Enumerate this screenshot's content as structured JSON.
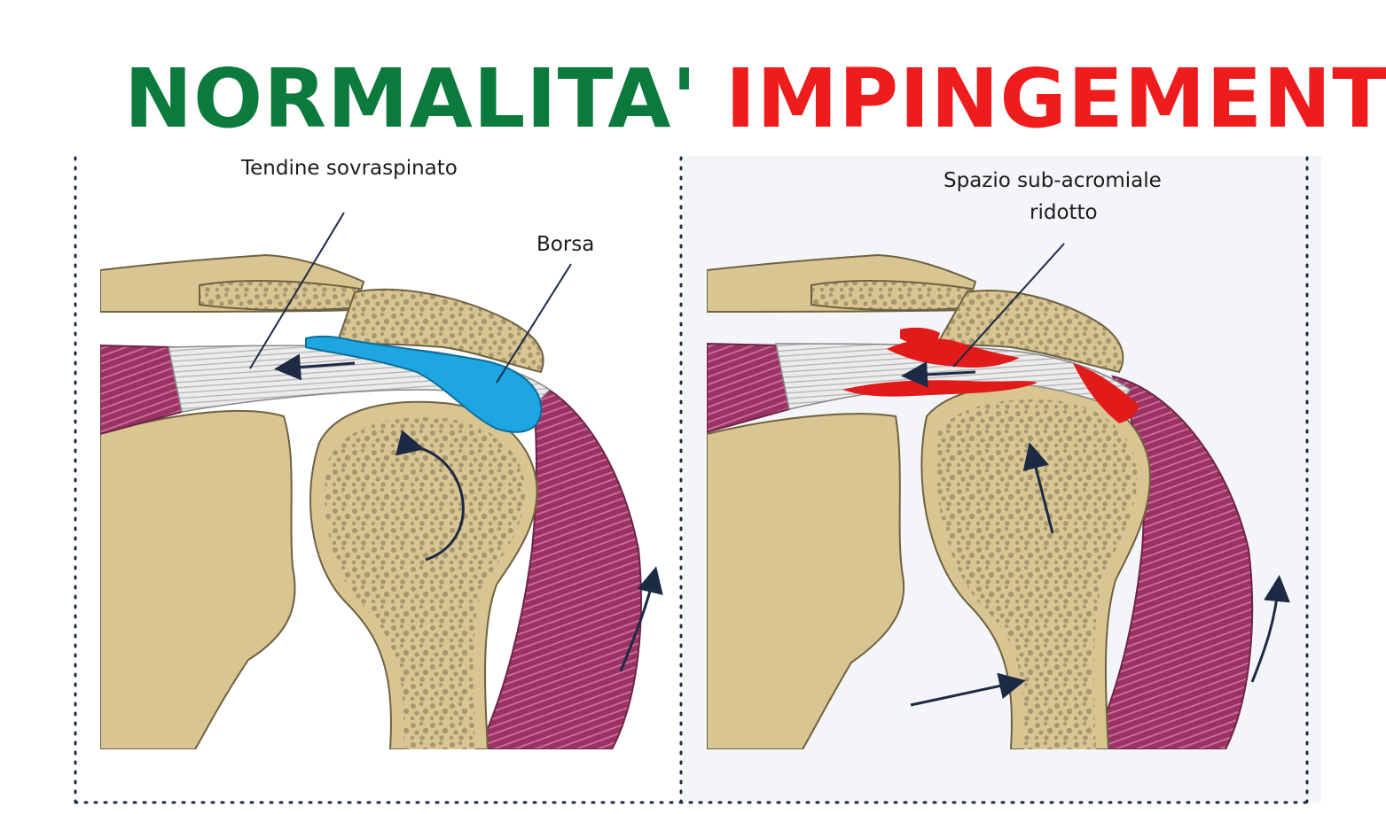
{
  "headings": {
    "normal": "NORMALITA'",
    "impingement": "IMPINGEMENT"
  },
  "labels": {
    "tendon": "Tendine sovraspinato",
    "bursa": "Borsa",
    "space_line1": "Spazio sub-acromiale",
    "space_line2": "ridotto"
  },
  "colors": {
    "normal_heading": "#0c7a3c",
    "impingement_heading": "#ee1c1c",
    "bone": "#d9c592",
    "bone_outline": "#6f6242",
    "spongy_bone": "#a89872",
    "muscle": "#9a3364",
    "tendon": "#ebebeb",
    "bursa": "#1ea6e3",
    "inflammation": "#e11a1a",
    "panel_bg": "#f4f5f8",
    "arrow": "#1d2a45"
  }
}
